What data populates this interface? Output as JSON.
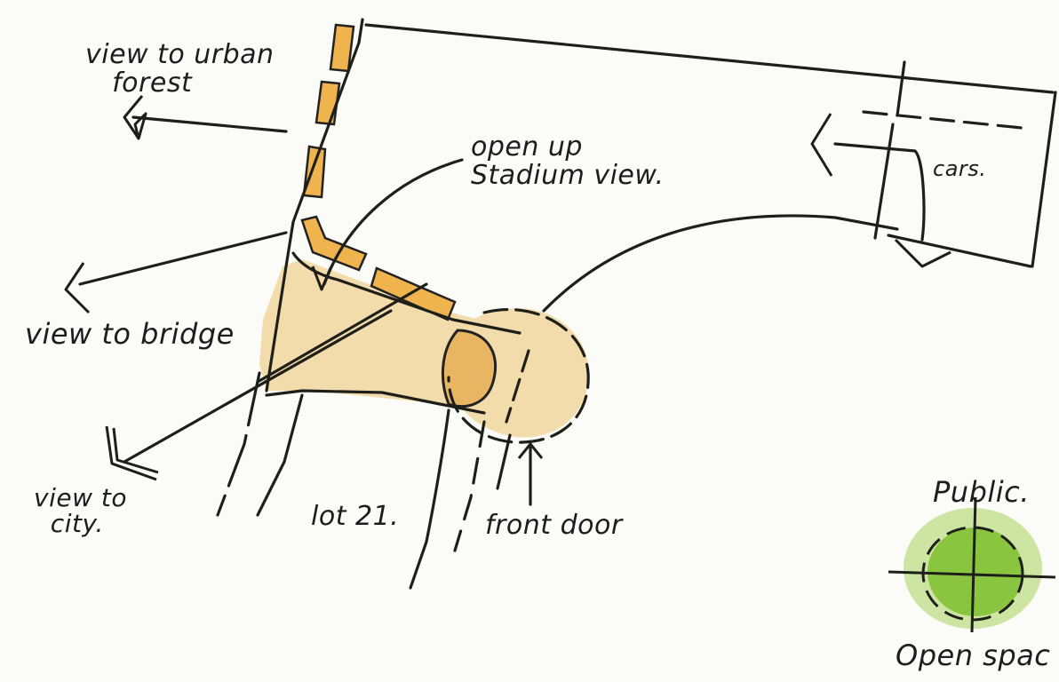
{
  "diagram": {
    "labels": {
      "view_urban_forest": "view to urban\n   forest",
      "open_stadium_view": "open up\nStadium view.",
      "cars": "cars.",
      "view_bridge": "view to bridge",
      "view_city": "view to\n  city.",
      "lot": "lot 21.",
      "front_door": "front door",
      "public": "Public.",
      "open_space": "Open spac"
    },
    "colors": {
      "ink": "#1f1f1a",
      "building_fill": "#f2d9a4",
      "building_accent": "#e8b35a",
      "park_green": "#8cc63f",
      "paper": "#fbfbf7"
    },
    "icons": [
      "arrow-left-icon",
      "arrow-down-icon",
      "arrow-up-icon",
      "park-symbol-icon"
    ]
  }
}
